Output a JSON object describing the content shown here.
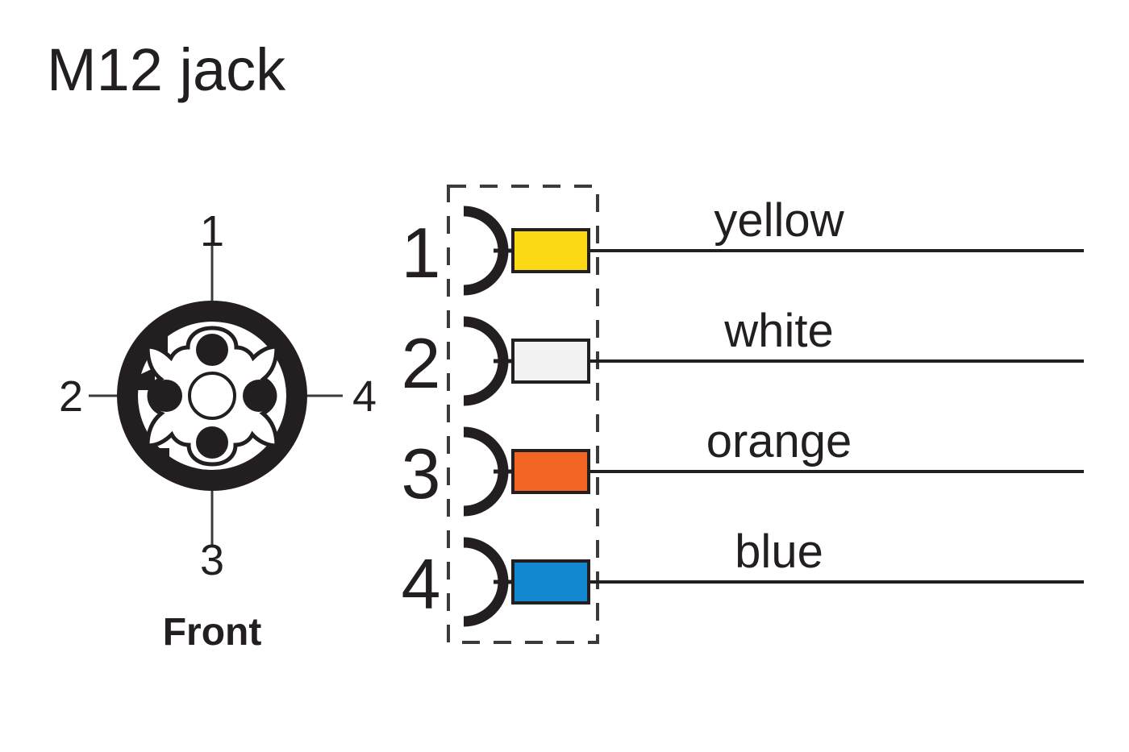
{
  "title": "M12 jack",
  "front_view": {
    "label": "Front",
    "pins": [
      {
        "number": "1",
        "position": "top"
      },
      {
        "number": "2",
        "position": "left"
      },
      {
        "number": "3",
        "position": "bottom"
      },
      {
        "number": "4",
        "position": "right"
      }
    ]
  },
  "wiring": {
    "rows": [
      {
        "pin": "1",
        "color_name": "yellow",
        "swatch_hex": "#FCD915"
      },
      {
        "pin": "2",
        "color_name": "white",
        "swatch_hex": "#F2F2F2"
      },
      {
        "pin": "3",
        "color_name": "orange",
        "swatch_hex": "#F26522"
      },
      {
        "pin": "4",
        "color_name": "blue",
        "swatch_hex": "#1288D0"
      }
    ]
  },
  "colors": {
    "ink": "#231f20",
    "dash": "#3b3b3b",
    "background": "#ffffff"
  }
}
